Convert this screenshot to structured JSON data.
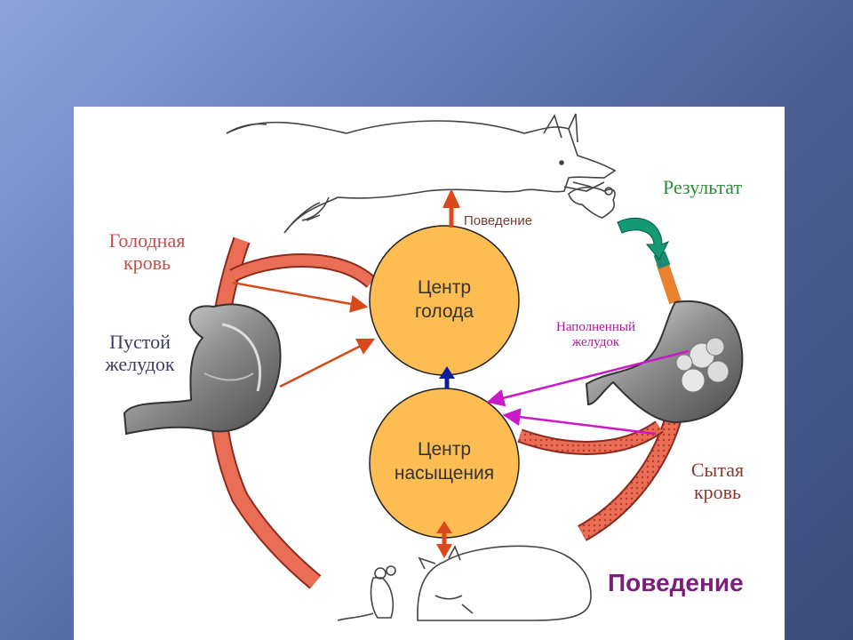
{
  "labels": {
    "hungry_blood": "Голодная кровь",
    "empty_stomach": "Пустой желудок",
    "behavior_top": "Поведение",
    "result": "Результат",
    "full_stomach": "Наполненный желудок",
    "fed_blood": "Сытая кровь",
    "behavior_bottom": "Поведение"
  },
  "centers": {
    "hunger": "Центр голода",
    "satiety": "Центр насыщения"
  },
  "colors": {
    "center_fill": "#fdbd52",
    "vessel": "#ea6e55",
    "arrow_red": "#d84a1c",
    "arrow_blue": "#0b1f9c",
    "arrow_magenta": "#cc18c8",
    "arrow_green": "#139a75"
  }
}
